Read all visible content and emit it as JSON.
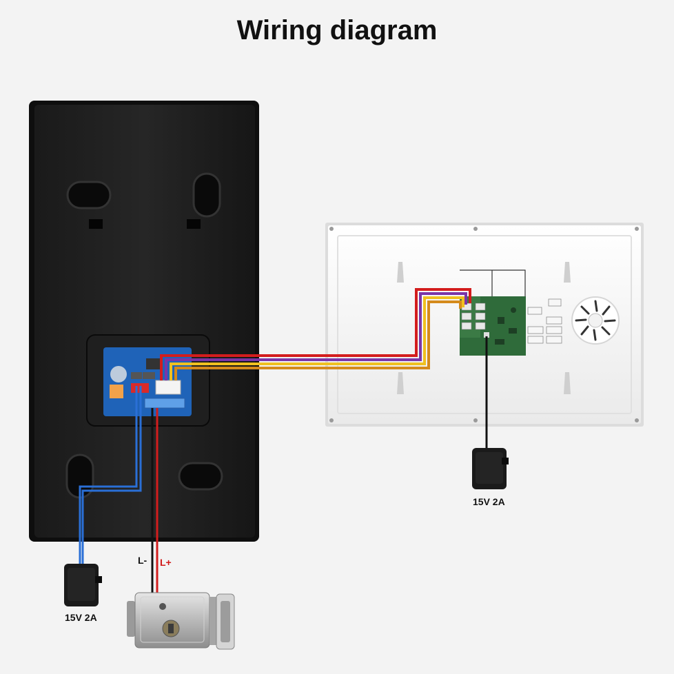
{
  "title": "Wiring diagram",
  "labels": {
    "power_monitor": "15V 2A",
    "power_door": "15V 2A",
    "lock_minus": "L-",
    "lock_plus": "L+"
  },
  "wire_colors": {
    "red": "#d31d1d",
    "purple": "#7a35a8",
    "yellow": "#f0c020",
    "orange": "#d48a1c",
    "blue": "#2a6fd6",
    "black": "#111111"
  },
  "devices": [
    {
      "name": "Outdoor doorbell panel"
    },
    {
      "name": "Indoor monitor"
    },
    {
      "name": "Power adapter"
    },
    {
      "name": "Electric lock"
    }
  ]
}
